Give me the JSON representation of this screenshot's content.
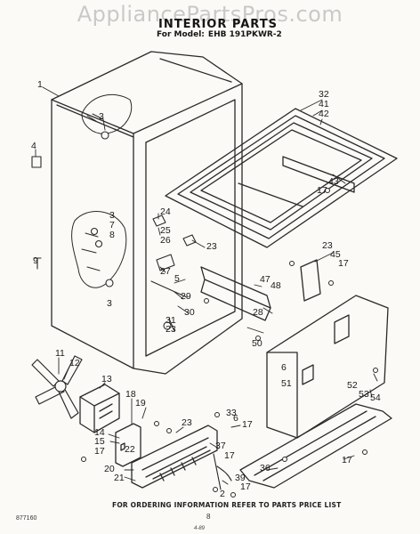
{
  "watermark": "AppliancePartsPros.com",
  "title": "INTERIOR PARTS",
  "model_label": "For Model:",
  "model_number": "EHB 191PKWR-2",
  "footer_text": "FOR ORDERING INFORMATION REFER TO PARTS PRICE LIST",
  "page_number": "8",
  "drawing_code": "877160",
  "date_code": "4-89",
  "callouts": [
    {
      "label": "32"
    },
    {
      "label": "41"
    },
    {
      "label": "42"
    },
    {
      "label": "1"
    },
    {
      "label": "3"
    },
    {
      "label": "4"
    },
    {
      "label": "43"
    },
    {
      "label": "17"
    },
    {
      "label": "24"
    },
    {
      "label": "25"
    },
    {
      "label": "3"
    },
    {
      "label": "7"
    },
    {
      "label": "8"
    },
    {
      "label": "26"
    },
    {
      "label": "23"
    },
    {
      "label": "23"
    },
    {
      "label": "45"
    },
    {
      "label": "17"
    },
    {
      "label": "27"
    },
    {
      "label": "9"
    },
    {
      "label": "5"
    },
    {
      "label": "47"
    },
    {
      "label": "48"
    },
    {
      "label": "29"
    },
    {
      "label": "3"
    },
    {
      "label": "30"
    },
    {
      "label": "28"
    },
    {
      "label": "31"
    },
    {
      "label": "23"
    },
    {
      "label": "50"
    },
    {
      "label": "6"
    },
    {
      "label": "51"
    },
    {
      "label": "11"
    },
    {
      "label": "12"
    },
    {
      "label": "13"
    },
    {
      "label": "52"
    },
    {
      "label": "53"
    },
    {
      "label": "54"
    },
    {
      "label": "18"
    },
    {
      "label": "19"
    },
    {
      "label": "33"
    },
    {
      "label": "14"
    },
    {
      "label": "15"
    },
    {
      "label": "6"
    },
    {
      "label": "23"
    },
    {
      "label": "17"
    },
    {
      "label": "17"
    },
    {
      "label": "22"
    },
    {
      "label": "37"
    },
    {
      "label": "17"
    },
    {
      "label": "20"
    },
    {
      "label": "36"
    },
    {
      "label": "17"
    },
    {
      "label": "21"
    },
    {
      "label": "39"
    },
    {
      "label": "17"
    },
    {
      "label": "2"
    }
  ]
}
